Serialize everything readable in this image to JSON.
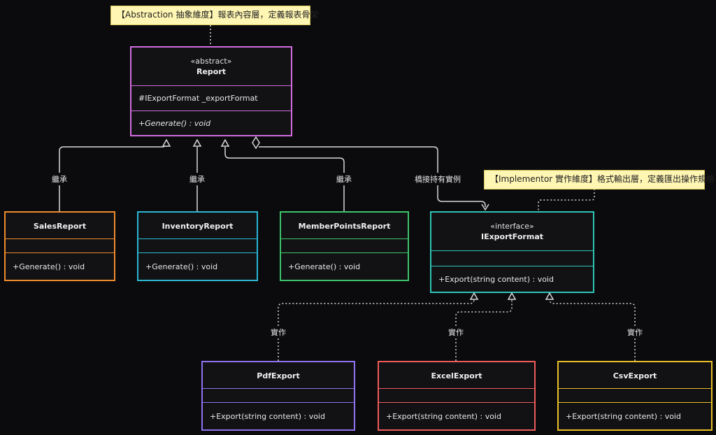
{
  "notes": {
    "abstraction": "【Abstraction 抽象維度】報表內容層，定義報表骨架",
    "implementor": "【Implementor 實作維度】格式輸出層，定義匯出操作規格"
  },
  "report": {
    "stereotype": "«abstract»",
    "name": "Report",
    "field": "#IExportFormat _exportFormat",
    "method": "+Generate() : void"
  },
  "subclasses": [
    {
      "name": "SalesReport",
      "method": "+Generate() : void",
      "color": "#f08a2e"
    },
    {
      "name": "InventoryReport",
      "method": "+Generate() : void",
      "color": "#2ab7d4"
    },
    {
      "name": "MemberPointsReport",
      "method": "+Generate() : void",
      "color": "#3cc46a"
    }
  ],
  "iface": {
    "stereotype": "«interface»",
    "name": "IExportFormat",
    "method": "+Export(string content) : void",
    "color": "#2ec4b6"
  },
  "implementations": [
    {
      "name": "PdfExport",
      "method": "+Export(string content) : void",
      "color": "#8f72f0"
    },
    {
      "name": "ExcelExport",
      "method": "+Export(string content) : void",
      "color": "#ef5b5b"
    },
    {
      "name": "CsvExport",
      "method": "+Export(string content) : void",
      "color": "#e8be26"
    }
  ],
  "edge_labels": {
    "inherit": "繼承",
    "bridge": "橋接持有實例",
    "realize": "實作"
  },
  "colors": {
    "report_border": "#d26be0",
    "line": "#d8d8d8",
    "background": "#0b0b0d"
  }
}
